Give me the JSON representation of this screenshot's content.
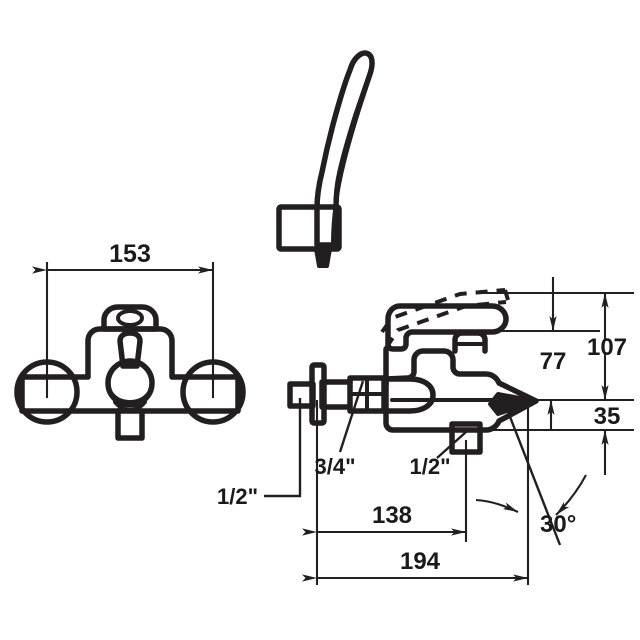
{
  "drawing": {
    "title": "Bath/shower mixer tap dimensional drawing",
    "units": "mm",
    "background_color": "#ffffff",
    "line_color": "#231f20"
  },
  "views": {
    "front": {
      "name": "front-elevation-view",
      "description": "Wall mounted single lever bath mixer front view with two eccentric connectors"
    },
    "side": {
      "name": "side-elevation-view",
      "description": "Side section of bath mixer showing spout, lever handle and diverter"
    },
    "handset": {
      "name": "shower-handset-view",
      "description": "Hand shower with wall bracket"
    }
  },
  "dimensions": {
    "width_front": {
      "label": "153",
      "value": 153,
      "unit": "mm",
      "orientation": "horizontal"
    },
    "height_total": {
      "label": "107",
      "value": 107,
      "unit": "mm",
      "orientation": "vertical"
    },
    "height_lever": {
      "label": "77",
      "value": 77,
      "unit": "mm",
      "orientation": "vertical"
    },
    "height_spout": {
      "label": "35",
      "value": 35,
      "unit": "mm",
      "orientation": "vertical"
    },
    "projection_body": {
      "label": "138",
      "value": 138,
      "unit": "mm",
      "orientation": "horizontal"
    },
    "projection_total": {
      "label": "194",
      "value": 194,
      "unit": "mm",
      "orientation": "horizontal"
    },
    "outlet_angle": {
      "label": "30°",
      "value": 30,
      "unit": "degree",
      "orientation": "angular"
    }
  },
  "callouts": {
    "inlet_thread": {
      "label": "1/2\"",
      "description": "wall inlet connection thread"
    },
    "union_thread": {
      "label": "3/4\"",
      "description": "union nut thread"
    },
    "shower_outlet_thread": {
      "label": "1/2\"",
      "description": "hand shower outlet thread"
    }
  }
}
